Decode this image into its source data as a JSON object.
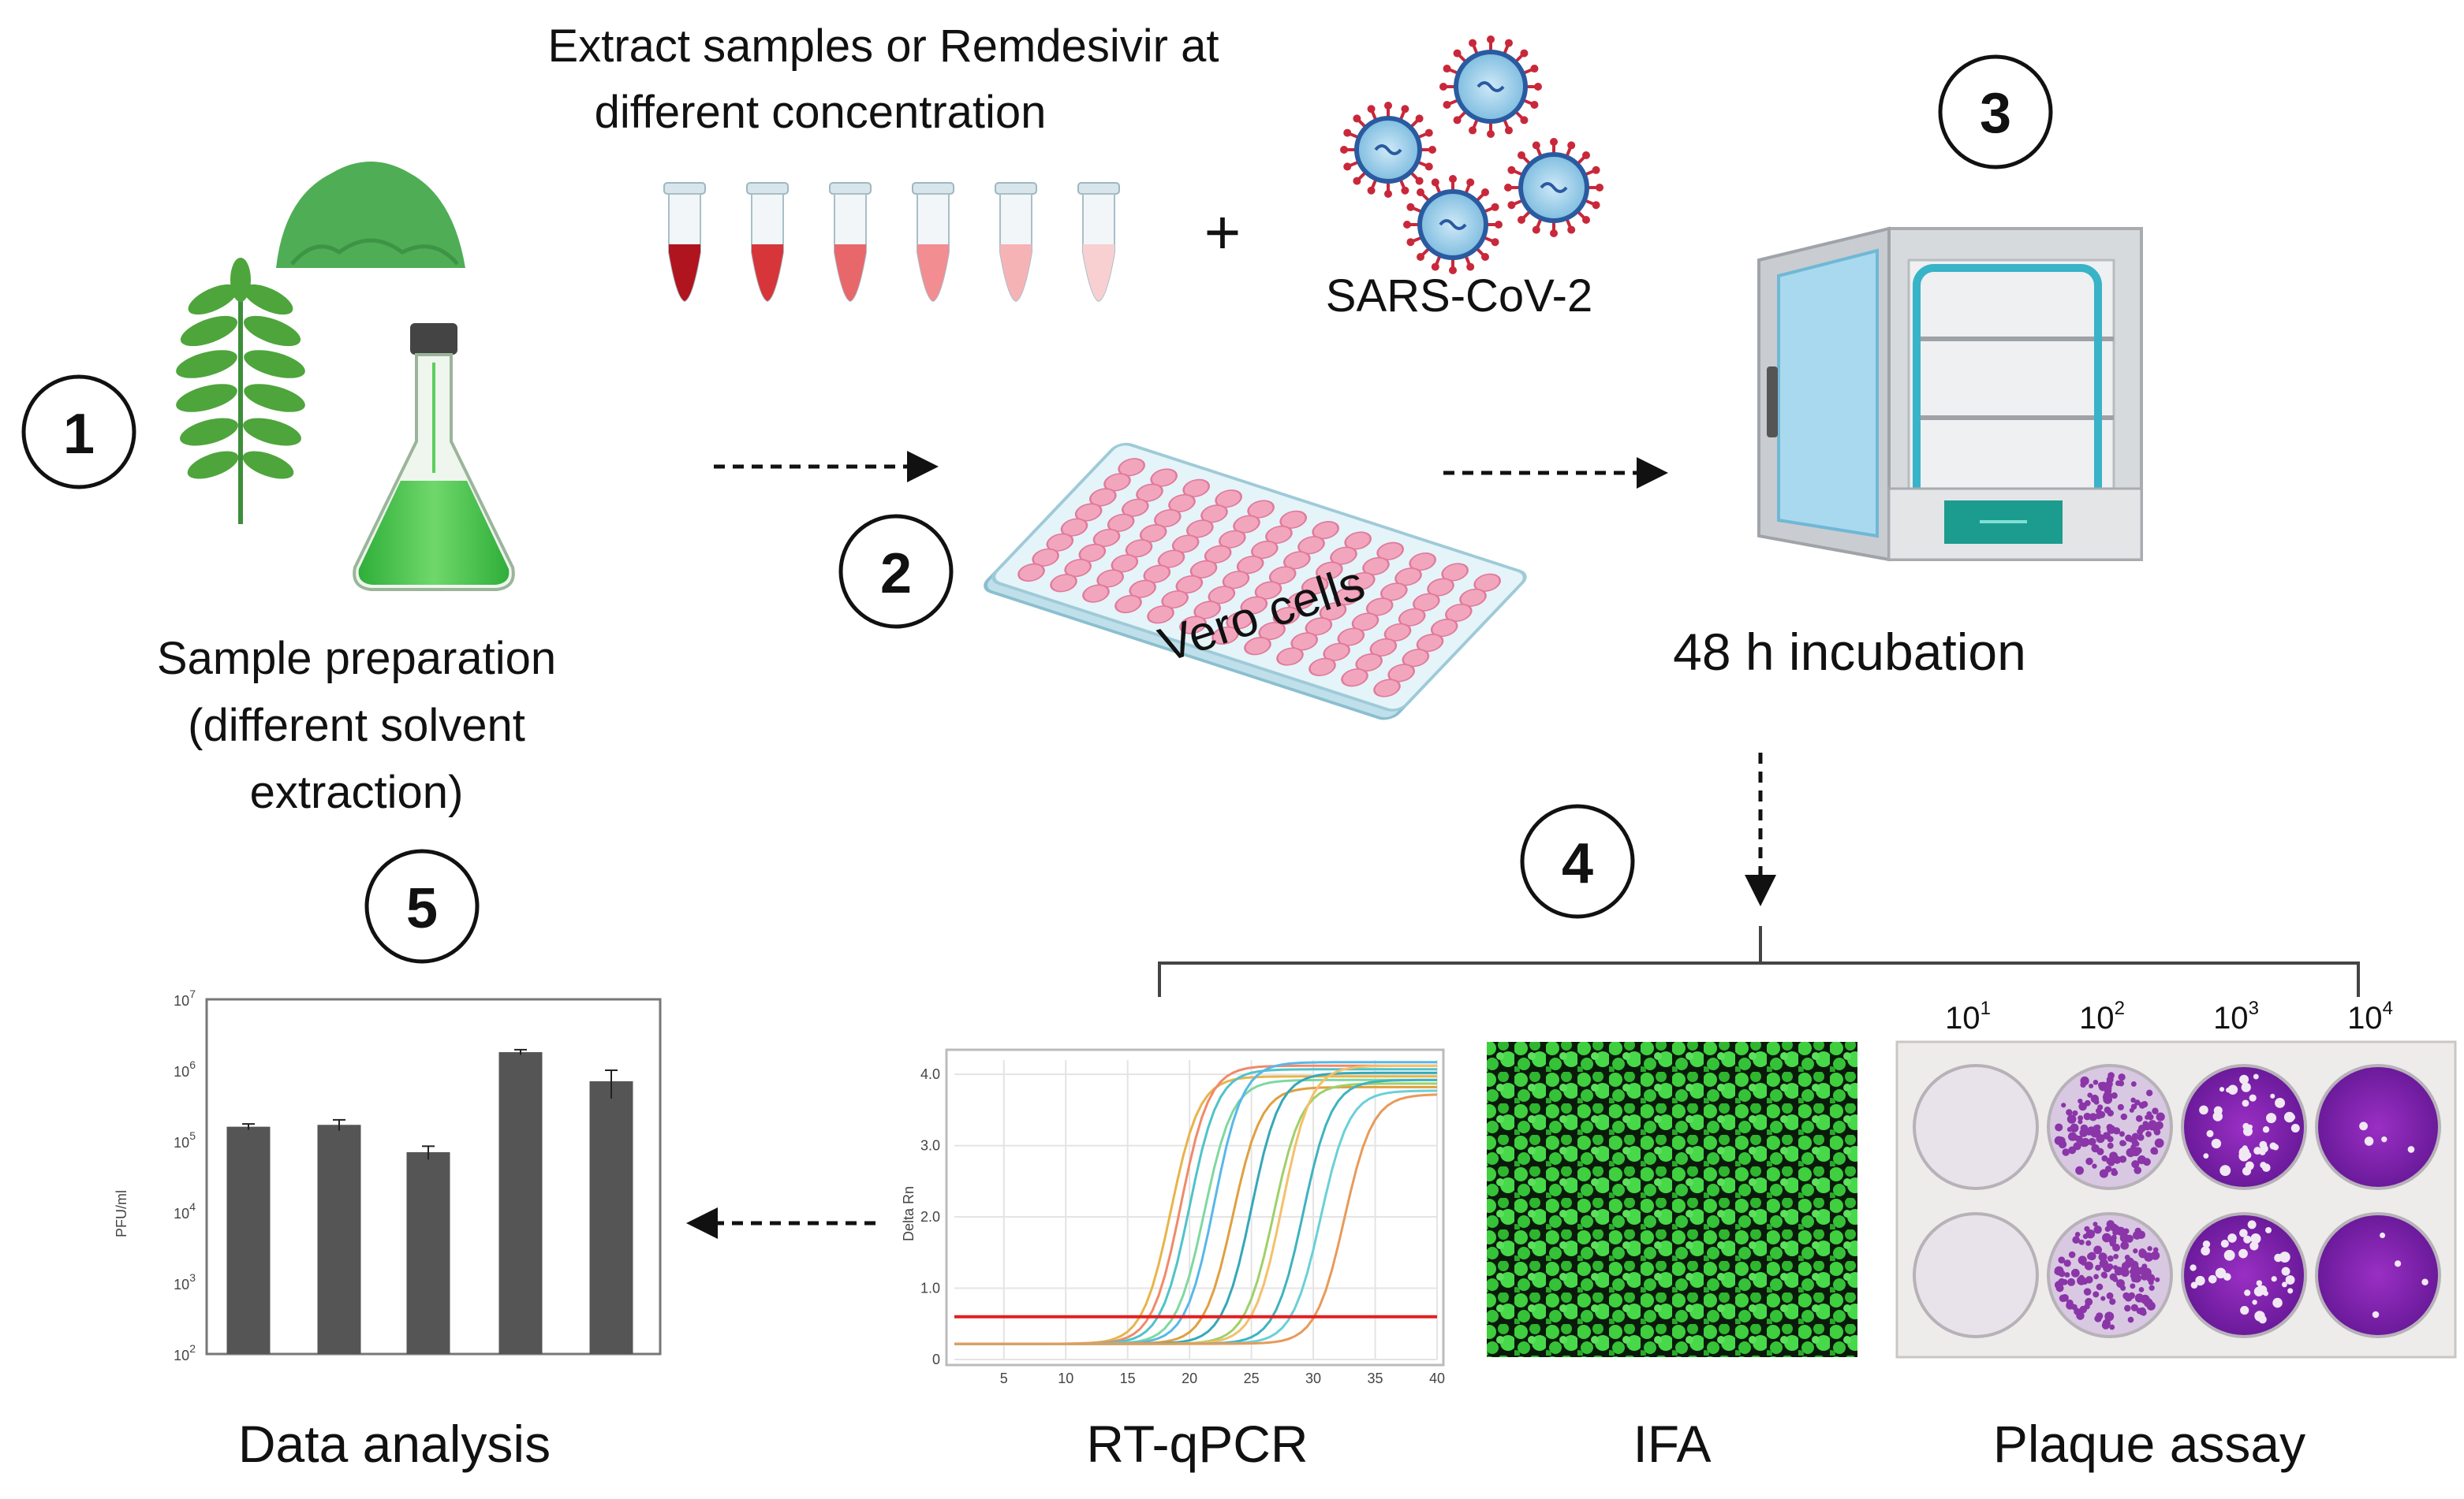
{
  "steps": [
    {
      "number": "1",
      "label_lines": [
        "Sample preparation",
        "(different solvent",
        "extraction)"
      ]
    },
    {
      "number": "2",
      "label": "Vero cells"
    },
    {
      "number": "3",
      "label": "48 h incubation"
    },
    {
      "number": "4"
    },
    {
      "number": "5",
      "label": "Data analysis"
    }
  ],
  "treatment": {
    "title_lines": [
      "Extract samples or Remdesivir at",
      "different  concentration"
    ],
    "plus": "+",
    "virus_label": "SARS-CoV-2",
    "tube_colors": [
      "#b0141f",
      "#d6363a",
      "#e8676b",
      "#f28d92",
      "#f6b3b6",
      "#f8d0d2"
    ]
  },
  "assays": {
    "rtqpcr": "RT-qPCR",
    "ifa": "IFA",
    "plaque": "Plaque assay",
    "plaque_dilutions": [
      {
        "base": "10",
        "exp": "1"
      },
      {
        "base": "10",
        "exp": "2"
      },
      {
        "base": "10",
        "exp": "3"
      },
      {
        "base": "10",
        "exp": "4"
      }
    ]
  },
  "qpcr_chart": {
    "ylabel": "Delta Rn",
    "x_ticks": [
      "5",
      "10",
      "15",
      "20",
      "25",
      "30",
      "35",
      "40"
    ],
    "y_ticks": [
      "0",
      "1.0",
      "2.0",
      "3.0",
      "4.0"
    ],
    "threshold_color": "#e02020"
  },
  "chart_data": {
    "type": "bar",
    "ylabel": "PFU/ml",
    "y_scale": "log",
    "ylim": [
      100,
      10000000
    ],
    "y_ticks": [
      {
        "base": "10",
        "exp": "7"
      },
      {
        "base": "10",
        "exp": "6"
      },
      {
        "base": "10",
        "exp": "5"
      },
      {
        "base": "10",
        "exp": "4"
      },
      {
        "base": "10",
        "exp": "3"
      },
      {
        "base": "10",
        "exp": "2"
      }
    ],
    "values": [
      160000,
      170000,
      70000,
      1800000,
      700000
    ],
    "errors": [
      15000,
      30000,
      15000,
      150000,
      300000
    ],
    "bar_color": "#555555"
  }
}
